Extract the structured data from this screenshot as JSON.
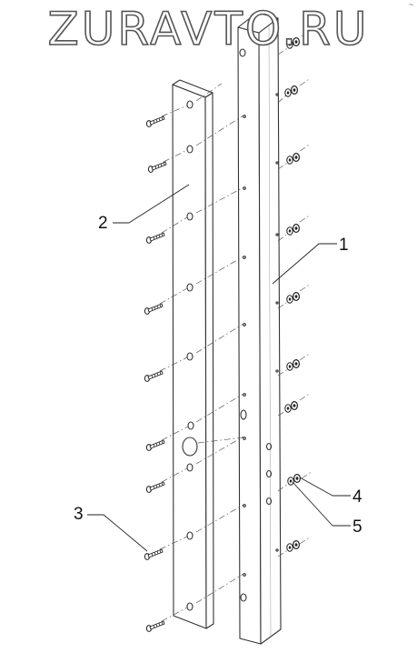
{
  "watermark": "ZURAVTO.RU",
  "corner_mark": "~",
  "part_labels": {
    "p1": "1",
    "p2": "2",
    "p3": "3",
    "p4": "4",
    "p5": "5"
  },
  "colors": {
    "line": "#333333",
    "background": "#ffffff"
  }
}
